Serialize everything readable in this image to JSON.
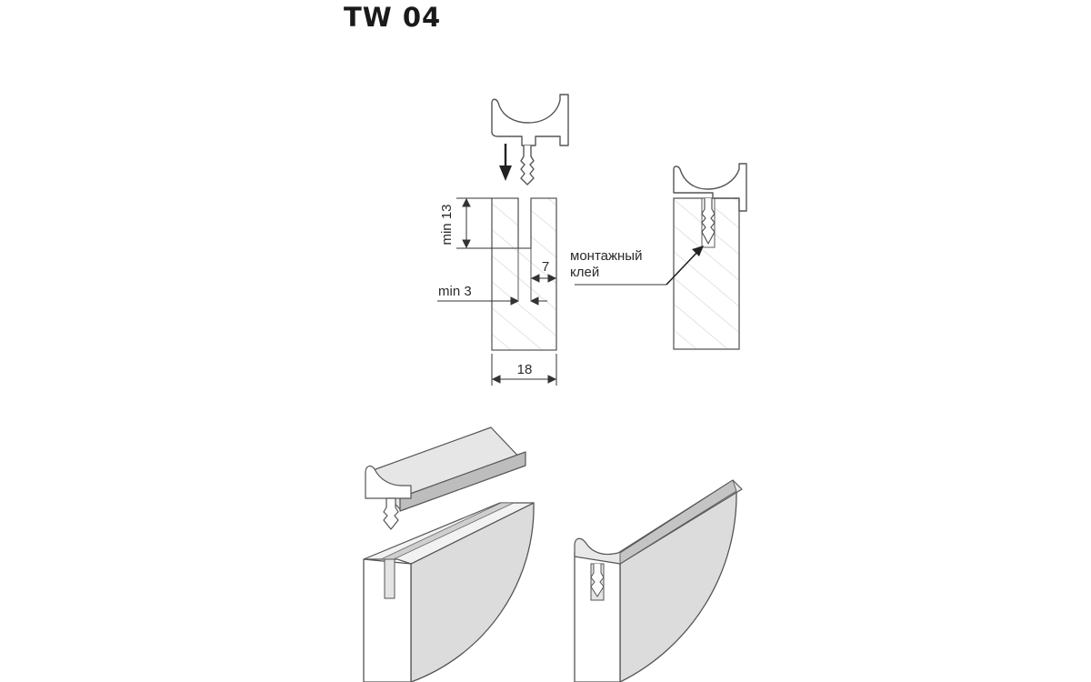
{
  "title": "TW 04",
  "dimensions": {
    "depth": "min 13",
    "slot_width": "min 3",
    "offset": "7",
    "thickness": "18"
  },
  "annotation": {
    "line1": "монтажный",
    "line2": "клей"
  }
}
